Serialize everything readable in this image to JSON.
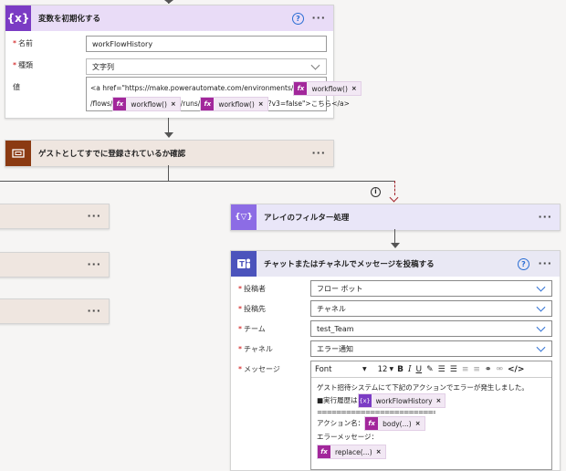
{
  "init_var": {
    "title": "変数を初期化する",
    "icon": "{x}",
    "name_label": "名前",
    "name_value": "workFlowHistory",
    "type_label": "種類",
    "type_value": "文字列",
    "value_label": "値",
    "value_line1": "<a href=\"https://make.powerautomate.com/environments/",
    "value_line2_a": "/flows/",
    "value_line2_b": "/runs/",
    "value_line2_c": "?v3=false\">こちら</a>",
    "token_text": "workflow()",
    "fx": "fx",
    "x": "×"
  },
  "condition": {
    "title": "ゲストとしてすでに登録されているか確認"
  },
  "filter": {
    "title": "アレイのフィルター処理",
    "icon": "{▽}"
  },
  "teams": {
    "title": "チャットまたはチャネルでメッセージを投稿する",
    "poster_label": "投稿者",
    "poster_value": "フロー ボット",
    "target_label": "投稿先",
    "target_value": "チャネル",
    "team_label": "チーム",
    "team_value": "test_Team",
    "channel_label": "チャネル",
    "channel_value": "エラー通知",
    "message_label": "メッセージ",
    "toolbar_font": "Font",
    "toolbar_size": "12",
    "msg_line1": "ゲスト招待システムにて下記のアクションでエラーが発生しました。",
    "msg_line2": "■実行履歴は",
    "msg_var_token": "workFlowHistory",
    "msg_sep": "==========================",
    "msg_action_label": "アクション名：",
    "msg_action_token": "body(...)",
    "msg_error_label": "エラーメッセージ：",
    "msg_error_token": "replace(...)"
  },
  "common": {
    "more": "···",
    "help": "?",
    "required": "*",
    "info": "i",
    "var_icon_small": "{x}"
  },
  "colors": {
    "var_header": "#e9dcf7",
    "var_icon": "#7b3cc4",
    "cond_header": "#efe6e0",
    "cond_icon": "#8b3a12",
    "filter_header": "#e9e6f8",
    "filter_icon": "#8c6ce5",
    "teams_header": "#e9e8f4",
    "teams_icon": "#4b53bc",
    "token_fx": "#a2279b"
  }
}
